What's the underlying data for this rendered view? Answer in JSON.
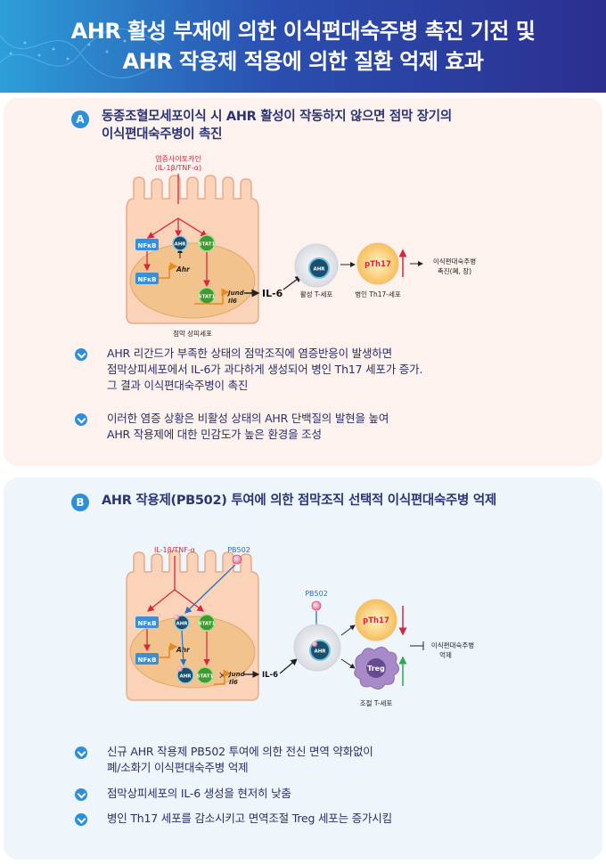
{
  "header": {
    "title_line1": "AHR 활성 부재에 의한 이식편대숙주병 촉진 기전 및",
    "title_line2": "AHR 작용제 적용에 의한 질환 억제 효과"
  },
  "panel_a": {
    "badge": "A",
    "heading_line1": "동종조혈모세포이식 시 AHR 활성이 작동하지 않으면 점막 장기의",
    "heading_line2": "이식편대숙주병이 촉진",
    "diagram": {
      "stimulus_line1": "염증사이토카인",
      "stimulus_line2": "(IL-1β/TNF-α)",
      "nfkb": "NFκB",
      "ahr": "AHR",
      "stat1": "STAT1",
      "ahr_gene": "Ahr",
      "jund": "Jund",
      "il6_gene": "Il6",
      "il6": "IL-6",
      "cell_label": "점막 상피세포",
      "tcell_label": "활성 T-세포",
      "pth17": "pTh17",
      "pth17_label": "병인 Th17-세포",
      "outcome_line1": "이식편대숙주병",
      "outcome_line2": "촉진(폐, 장)"
    },
    "bullets": [
      "AHR 리간드가 부족한 상태의 점막조직에 염증반응이 발생하면\n점막상피세포에서 IL-6가 과다하게 생성되어 병인 Th17 세포가 증가.\n그 결과 이식편대숙주병이 촉진",
      "이러한 염증 상황은 비활성 상태의 AHR 단백질의 발현을 높여\nAHR 작용제에 대한 민감도가 높은 환경을 조성"
    ]
  },
  "panel_b": {
    "badge": "B",
    "heading": "AHR 작용제(PB502) 투여에 의한 점막조직 선택적 이식편대숙주병 억제",
    "diagram": {
      "stimulus": "IL-1β/TNF-α",
      "drug": "PB502",
      "drug2": "PB502",
      "nfkb": "NFκB",
      "ahr": "AHR",
      "stat1": "STAT1",
      "ahr_gene": "Ahr",
      "jund": "Jund",
      "il6_gene": "Il6",
      "il6": "IL-6",
      "pth17": "pTh17",
      "treg": "Treg",
      "treg_label": "조절 T-세포",
      "outcome_line1": "이식편대숙주병",
      "outcome_line2": "억제"
    },
    "bullets": [
      "신규 AHR 작용제 PB502 투여에 의한 전신 면역 약화없이\n폐/소화기 이식편대숙주병 억제",
      "점막상피세포의 IL-6 생성을 현저히 낮춤",
      "병인 Th17 세포를 감소시키고 면역조절 Treg 세포는 증가시킴"
    ]
  },
  "colors": {
    "header_start": "#2d9fd8",
    "header_end": "#2b2f8f",
    "accent_blue": "#2b8fd9",
    "heading_navy": "#2a3577",
    "arrow_red": "#d7263d",
    "arrow_green": "#2fa84f",
    "cell_fill": "#fbd3b8",
    "nucleus_fill": "#f5c58f",
    "ahr_teal": "#1b4f6e",
    "stat1_green": "#3f9b2f",
    "nfkb_blue": "#3a8fd8"
  }
}
